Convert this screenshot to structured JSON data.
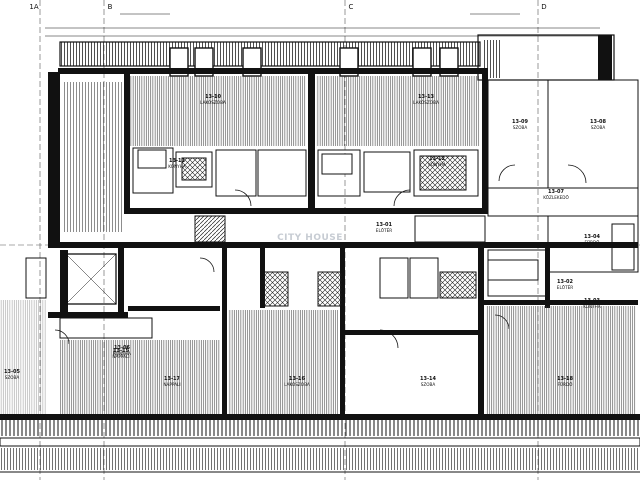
{
  "drawing": {
    "accent_color": "#111111",
    "hatch_color": "#222222",
    "watermark": "CITY HOUSE"
  },
  "axes": [
    {
      "id": "axis-1a",
      "label": "1A"
    },
    {
      "id": "axis-b",
      "label": "B"
    },
    {
      "id": "axis-c",
      "label": "C"
    },
    {
      "id": "axis-d",
      "label": "D"
    }
  ],
  "rooms": [
    {
      "id": "13-10",
      "name": "LAKÓSZOBA"
    },
    {
      "id": "13-13",
      "name": "LAKÓSZOBA"
    },
    {
      "id": "13-11",
      "name": "KONYHA"
    },
    {
      "id": "13-12",
      "name": "KONYHA"
    },
    {
      "id": "13-09",
      "name": "SZOBA"
    },
    {
      "id": "13-08",
      "name": "SZOBA"
    },
    {
      "id": "13-07",
      "name": "KÖZLEKEDŐ"
    },
    {
      "id": "13-04",
      "name": "FÜRDŐ"
    },
    {
      "id": "13-02",
      "name": "ELŐTÉR"
    },
    {
      "id": "13-03",
      "name": "KONYHA"
    },
    {
      "id": "13-01",
      "name": "ELŐTÉR"
    },
    {
      "id": "13-14",
      "name": "SZOBA"
    },
    {
      "id": "13-15",
      "name": "NAPPALI"
    },
    {
      "id": "13-16",
      "name": "LAKÓSZOBA"
    },
    {
      "id": "13-17",
      "name": "NAPPALI"
    },
    {
      "id": "13-05",
      "name": "SZOBA"
    },
    {
      "id": "13-06",
      "name": "KONYHA"
    },
    {
      "id": "13-18",
      "name": "FÜRDŐ"
    }
  ]
}
